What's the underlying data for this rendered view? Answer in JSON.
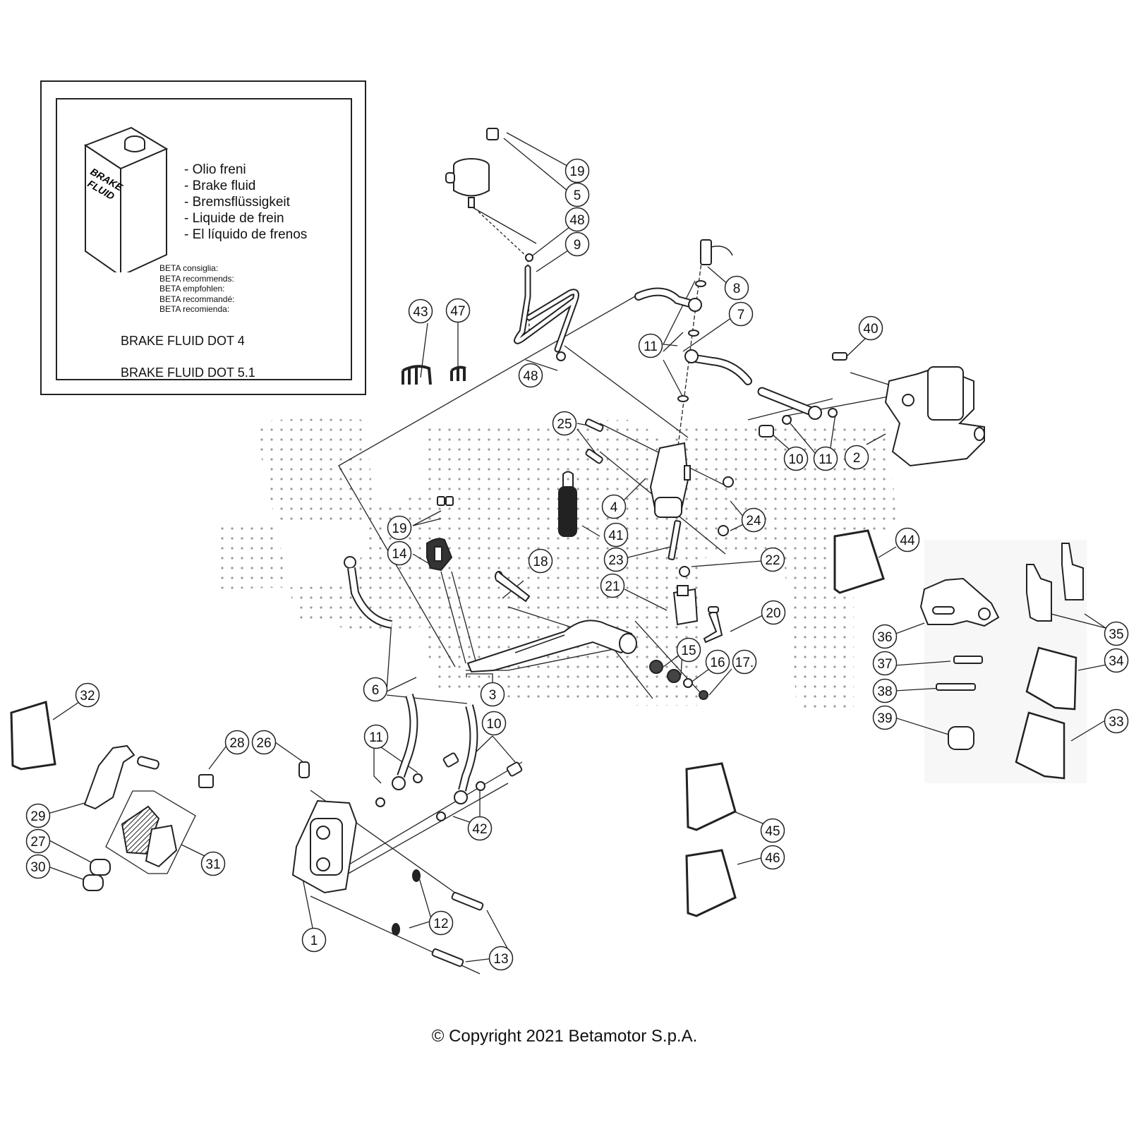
{
  "legend": {
    "can_label_line1": "BRAKE",
    "can_label_line2": "FLUID",
    "fluid_names": [
      "- Olio freni",
      "- Brake fluid",
      "- Bremsflüssigkeit",
      "- Liquide de frein",
      "- El líquido de frenos"
    ],
    "recommends": [
      "BETA consiglia:",
      "BETA recommends:",
      "BETA empfohlen:",
      "BETA recommandé:",
      "BETA recomienda:"
    ],
    "spec_1": "BRAKE FLUID DOT 4",
    "spec_2": "BRAKE FLUID DOT 5.1"
  },
  "callouts": [
    {
      "id": "c19a",
      "num": "19",
      "part": "reservoir-cap-screw"
    },
    {
      "id": "c5",
      "num": "5",
      "part": "brake-fluid-reservoir"
    },
    {
      "id": "c48a",
      "num": "48",
      "part": "hose-clamp"
    },
    {
      "id": "c9",
      "num": "9",
      "part": "reservoir-hose"
    },
    {
      "id": "c48b",
      "num": "48",
      "part": "hose-clamp"
    },
    {
      "id": "c43",
      "num": "43",
      "part": "clip"
    },
    {
      "id": "c47",
      "num": "47",
      "part": "clip"
    },
    {
      "id": "c8",
      "num": "8",
      "part": "brake-light-switch"
    },
    {
      "id": "c7",
      "num": "7",
      "part": "rear-brake-hose"
    },
    {
      "id": "c11a",
      "num": "11",
      "part": "copper-washer"
    },
    {
      "id": "c40",
      "num": "40",
      "part": "bleed-valve"
    },
    {
      "id": "c10a",
      "num": "10",
      "part": "banjo-bolt"
    },
    {
      "id": "c11b",
      "num": "11",
      "part": "copper-washer"
    },
    {
      "id": "c2",
      "num": "2",
      "part": "rear-brake-caliper"
    },
    {
      "id": "c25",
      "num": "25",
      "part": "master-cylinder-screw"
    },
    {
      "id": "c4",
      "num": "4",
      "part": "rear-master-cylinder"
    },
    {
      "id": "c24",
      "num": "24",
      "part": "nut"
    },
    {
      "id": "c41",
      "num": "41",
      "part": "return-spring"
    },
    {
      "id": "c19b",
      "num": "19",
      "part": "screw"
    },
    {
      "id": "c14",
      "num": "14",
      "part": "pedal-tip"
    },
    {
      "id": "c18",
      "num": "18",
      "part": "pedal-pivot-pin"
    },
    {
      "id": "c23",
      "num": "23",
      "part": "push-rod"
    },
    {
      "id": "c22",
      "num": "22",
      "part": "lock-nut"
    },
    {
      "id": "c21",
      "num": "21",
      "part": "clevis"
    },
    {
      "id": "c20",
      "num": "20",
      "part": "clevis-pin"
    },
    {
      "id": "c15",
      "num": "15",
      "part": "bushing"
    },
    {
      "id": "c16",
      "num": "16",
      "part": "washer"
    },
    {
      "id": "c17",
      "num": "17.",
      "part": "nut"
    },
    {
      "id": "c3",
      "num": "3",
      "part": "rear-brake-pedal"
    },
    {
      "id": "c6",
      "num": "6",
      "part": "front-brake-hose"
    },
    {
      "id": "c44",
      "num": "44",
      "part": "kit-bag"
    },
    {
      "id": "c36",
      "num": "36",
      "part": "caliper-bracket"
    },
    {
      "id": "c35",
      "num": "35",
      "part": "rear-brake-pads"
    },
    {
      "id": "c37",
      "num": "37",
      "part": "bracket-pin"
    },
    {
      "id": "c34",
      "num": "34",
      "part": "kit-bag"
    },
    {
      "id": "c38",
      "num": "38",
      "part": "pad-pin"
    },
    {
      "id": "c33",
      "num": "33",
      "part": "kit-bag"
    },
    {
      "id": "c39",
      "num": "39",
      "part": "caliper-piston"
    },
    {
      "id": "c32",
      "num": "32",
      "part": "kit-bag"
    },
    {
      "id": "c28",
      "num": "28",
      "part": "pad-spring"
    },
    {
      "id": "c26",
      "num": "26",
      "part": "bleed-valve"
    },
    {
      "id": "c29",
      "num": "29",
      "part": "caliper-bracket"
    },
    {
      "id": "c27",
      "num": "27",
      "part": "caliper-piston"
    },
    {
      "id": "c30",
      "num": "30",
      "part": "caliper-piston"
    },
    {
      "id": "c31",
      "num": "31",
      "part": "front-brake-pads"
    },
    {
      "id": "c11c",
      "num": "11",
      "part": "copper-washer"
    },
    {
      "id": "c10b",
      "num": "10",
      "part": "banjo-bolt"
    },
    {
      "id": "c42",
      "num": "42",
      "part": "copper-washer"
    },
    {
      "id": "c12",
      "num": "12",
      "part": "washer"
    },
    {
      "id": "c13",
      "num": "13",
      "part": "caliper-screw"
    },
    {
      "id": "c1",
      "num": "1",
      "part": "front-brake-caliper"
    },
    {
      "id": "c45",
      "num": "45",
      "part": "kit-bag"
    },
    {
      "id": "c46",
      "num": "46",
      "part": "kit-bag"
    }
  ],
  "footer": {
    "copyright": "© Copyright 2021 Betamotor S.p.A."
  }
}
